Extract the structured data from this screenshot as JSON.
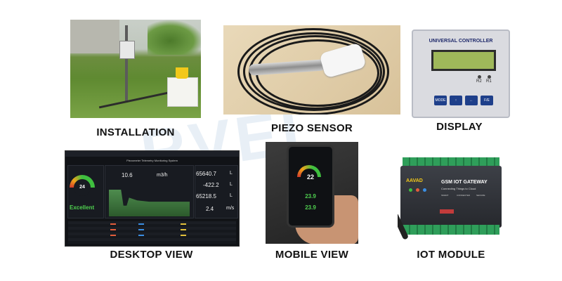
{
  "watermark": "RVEL",
  "installation": {
    "caption": "INSTALLATION"
  },
  "piezo": {
    "caption": "PIEZO SENSOR"
  },
  "display": {
    "caption": "DISPLAY",
    "device_title": "UNIVERSAL CONTROLLER",
    "led_labels": [
      "R2",
      "R1"
    ],
    "keys": [
      "MODE",
      "",
      "",
      "F/E"
    ]
  },
  "desktop": {
    "caption": "DESKTOP VIEW",
    "dashboard_title": "Piezometer Telemetry Monitoring System",
    "gauge_value": "24",
    "status": "Excellent",
    "flow_value": "10.6",
    "flow_unit": "m3/h",
    "total1": "65640.7",
    "total1_unit": "L",
    "mid_value": "-422.2",
    "mid_unit": "L",
    "total2": "65218.5",
    "total2_unit": "L",
    "level_value": "2.4",
    "level_unit": "m/s"
  },
  "mobile": {
    "caption": "MOBILE VIEW",
    "gauge_value": "22",
    "value2": "23.9",
    "value3": "23.9"
  },
  "iot": {
    "caption": "IOT MODULE",
    "brand": "AAVAD",
    "title": "GSM IOT GATEWAY",
    "tagline": "Connecting Things to Cloud",
    "features": [
      "SMART",
      "CONNECTED",
      "SECURE"
    ]
  },
  "colors": {
    "gauge_green": "#3fbf3f",
    "status_green": "#4fd04f",
    "display_blue": "#1e3f8a"
  }
}
